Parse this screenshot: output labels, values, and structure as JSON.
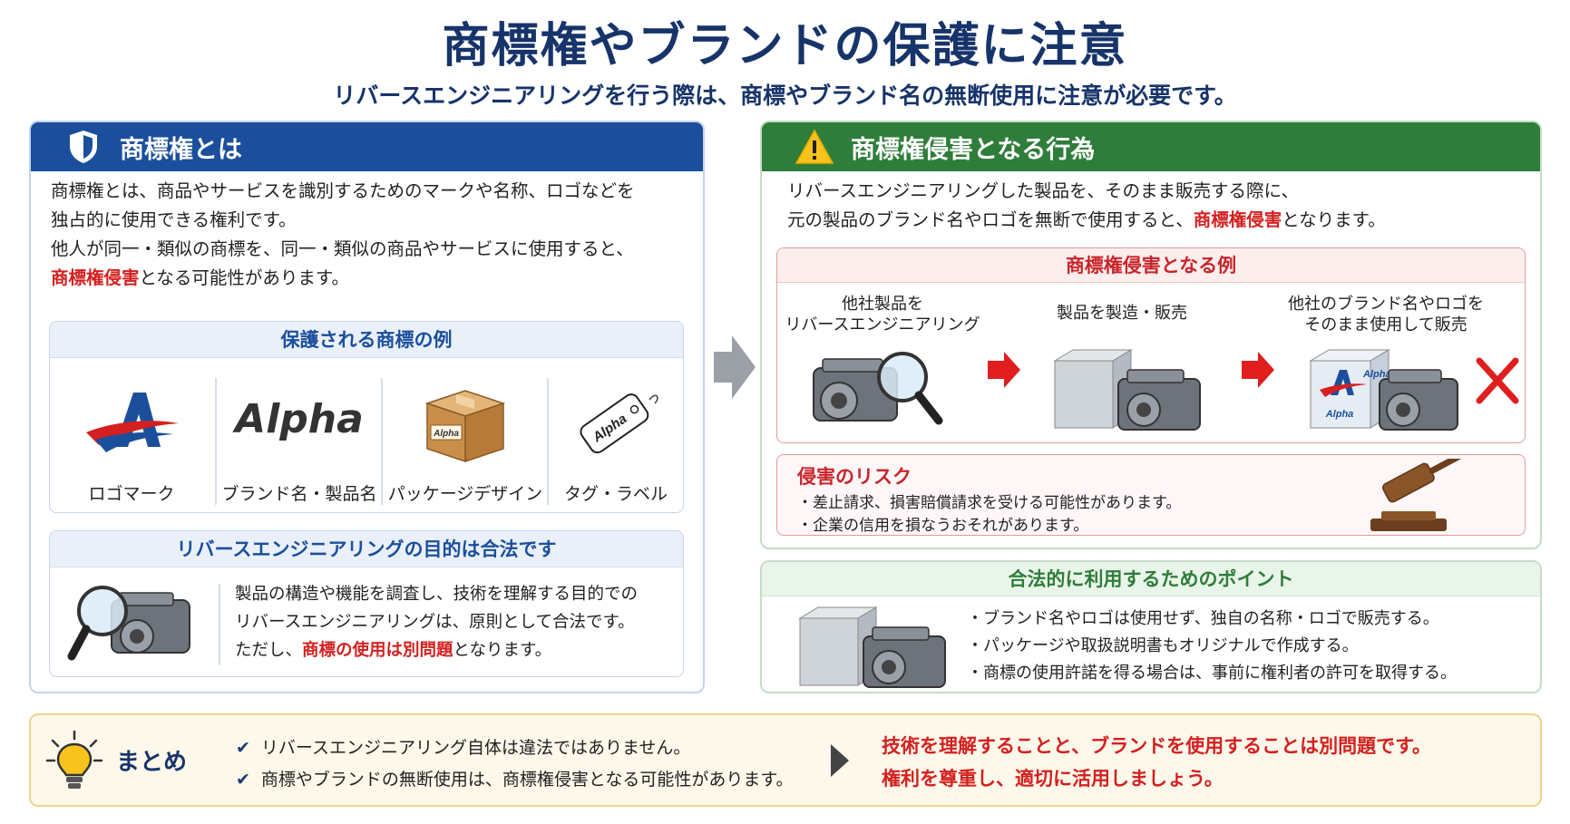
{
  "header": {
    "title": "商標権やブランドの保護に注意",
    "subtitle": "リバースエンジニアリングを行う際は、商標やブランド名の無断使用に注意が必要です。"
  },
  "left": {
    "heading": "商標権とは",
    "p1": "商標権とは、商品やサービスを識別するためのマークや名称、ロゴなどを",
    "p2": "独占的に使用できる権利です。",
    "p3": "他人が同一・類似の商標を、同一・類似の商品やサービスに使用すると、",
    "p4_red": "商標権侵害",
    "p4_rest": "となる可能性があります。",
    "examples": {
      "heading": "保護される商標の例",
      "items": [
        {
          "label": "ロゴマーク",
          "icon": "logo-mark-icon"
        },
        {
          "label": "ブランド名・製品名",
          "text": "Alpha"
        },
        {
          "label": "パッケージデザイン",
          "text": "Alpha"
        },
        {
          "label": "タグ・ラベル",
          "text": "Alpha"
        }
      ]
    },
    "legal": {
      "heading": "リバースエンジニアリングの目的は合法です",
      "l1": "製品の構造や機能を調査し、技術を理解する目的での",
      "l2": "リバースエンジニアリングは、原則として合法です。",
      "l3_a": "ただし、",
      "l3_red": "商標の使用は別問題",
      "l3_b": "となります。"
    }
  },
  "right": {
    "heading": "商標権侵害となる行為",
    "l1": "リバースエンジニアリングした製品を、そのまま販売する際に、",
    "l2_a": "元の製品のブランド名やロゴを無断で使用すると、",
    "l2_red": "商標権侵害",
    "l2_b": "となります。",
    "example": {
      "heading": "商標権侵害となる例",
      "step1_a": "他社製品を",
      "step1_b": "リバースエンジニアリング",
      "step2": "製品を製造・販売",
      "step3_a": "他社のブランド名やロゴを",
      "step3_b": "そのまま使用して販売",
      "box_text": "Alpha"
    },
    "risk": {
      "heading": "侵害のリスク",
      "r1": "・差止請求、損害賠償請求を受ける可能性があります。",
      "r2": "・企業の信用を損なうおそれがあります。"
    },
    "points": {
      "heading": "合法的に利用するためのポイント",
      "p1": "・ブランド名やロゴは使用せず、独自の名称・ロゴで販売する。",
      "p2": "・パッケージや取扱説明書もオリジナルで作成する。",
      "p3": "・商標の使用許諾を得る場合は、事前に権利者の許可を取得する。"
    }
  },
  "summary": {
    "label": "まとめ",
    "c1": "リバースエンジニアリング自体は違法ではありません。",
    "c2": "商標やブランドの無断使用は、商標権侵害となる可能性があります。",
    "m1": "技術を理解することと、ブランドを使用することは別問題です。",
    "m2": "権利を尊重し、適切に活用しましょう。"
  },
  "colors": {
    "navy": "#17346a",
    "blue": "#1b4f9c",
    "green": "#2f7d3a",
    "red": "#d42020"
  }
}
